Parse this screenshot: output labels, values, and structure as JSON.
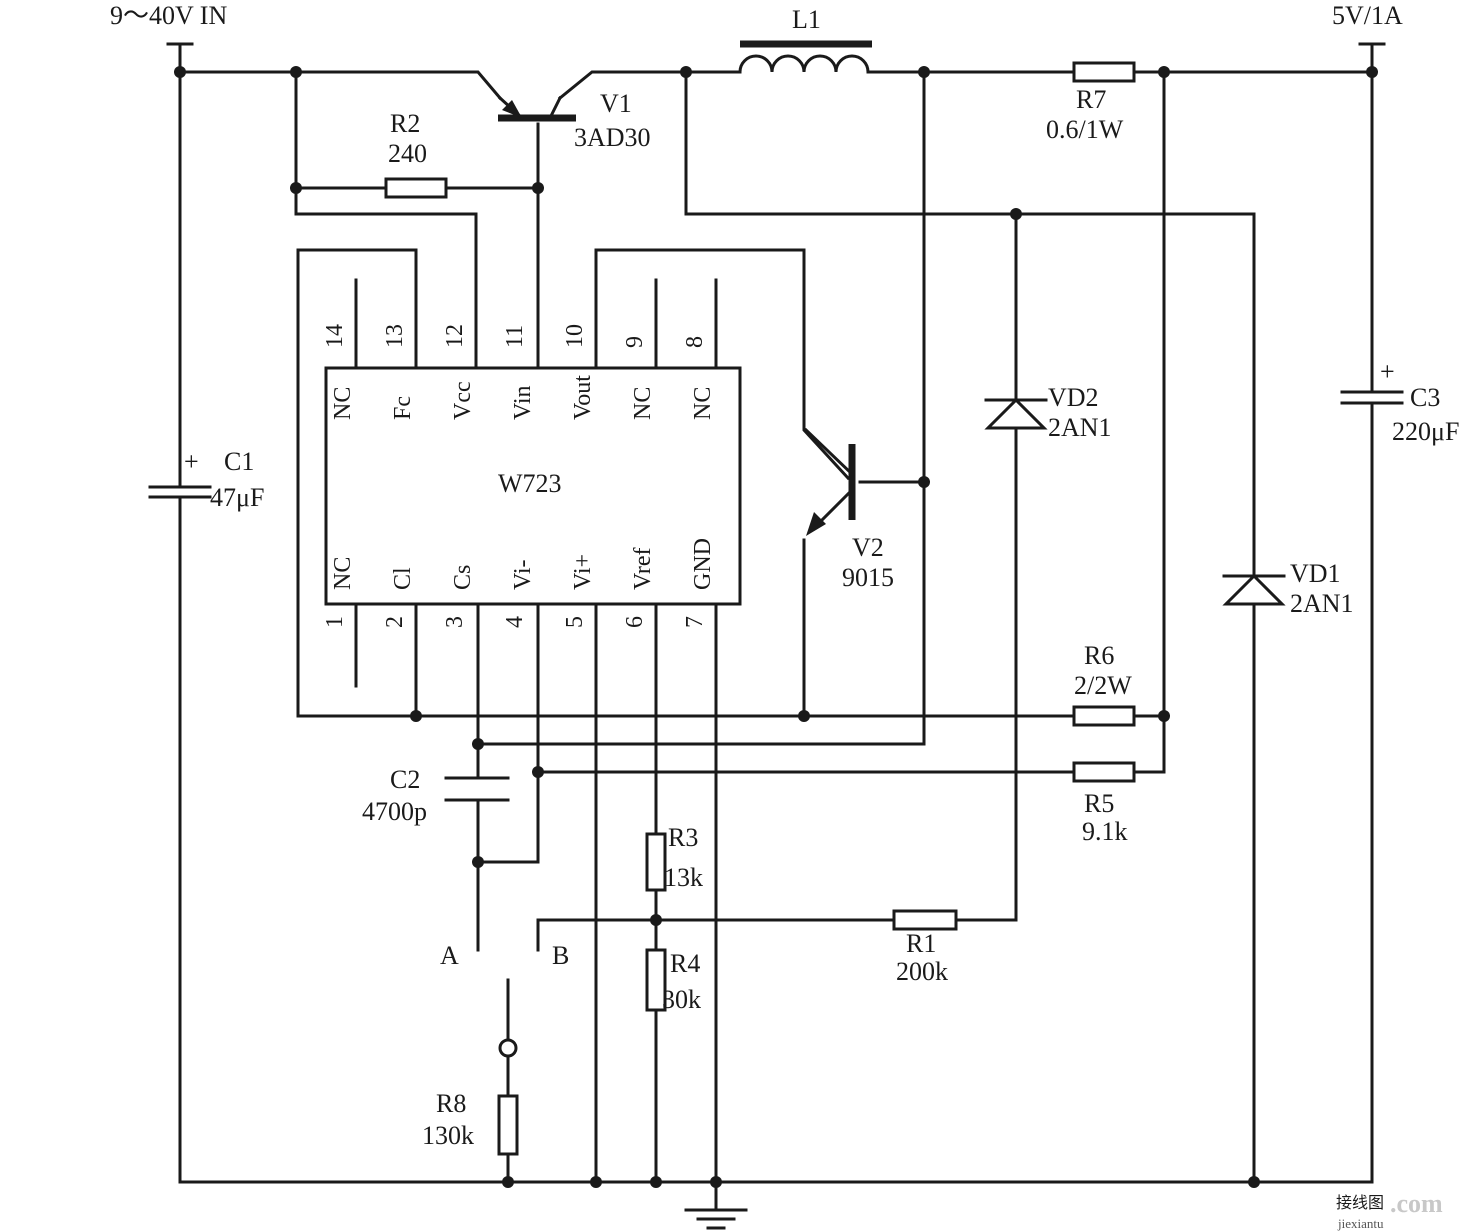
{
  "input_label": "9～40V IN",
  "output_label": "5V/1A",
  "components": {
    "L1": {
      "ref": "L1"
    },
    "V1": {
      "ref": "V1",
      "value": "3AD30"
    },
    "V2": {
      "ref": "V2",
      "value": "9015"
    },
    "R1": {
      "ref": "R1",
      "value": "200k"
    },
    "R2": {
      "ref": "R2",
      "value": "240"
    },
    "R3": {
      "ref": "R3",
      "value": "13k"
    },
    "R4": {
      "ref": "R4",
      "value": "30k"
    },
    "R5": {
      "ref": "R5",
      "value": "9.1k"
    },
    "R6": {
      "ref": "R6",
      "value": "2/2W"
    },
    "R7": {
      "ref": "R7",
      "value": "0.6/1W"
    },
    "R8": {
      "ref": "R8",
      "value": "130k"
    },
    "C1": {
      "ref": "C1",
      "value": "47μF"
    },
    "C2": {
      "ref": "C2",
      "value": "4700p"
    },
    "C3": {
      "ref": "C3",
      "value": "220μF"
    },
    "VD1": {
      "ref": "VD1",
      "value": "2AN1"
    },
    "VD2": {
      "ref": "VD2",
      "value": "2AN1"
    }
  },
  "ic": {
    "name": "W723",
    "top_pins": [
      {
        "num": "14",
        "name": "NC"
      },
      {
        "num": "13",
        "name": "Fc"
      },
      {
        "num": "12",
        "name": "Vcc"
      },
      {
        "num": "11",
        "name": "Vin"
      },
      {
        "num": "10",
        "name": "Vout"
      },
      {
        "num": "9",
        "name": "NC"
      },
      {
        "num": "8",
        "name": "NC"
      }
    ],
    "bottom_pins": [
      {
        "num": "1",
        "name": "NC"
      },
      {
        "num": "2",
        "name": "Cl"
      },
      {
        "num": "3",
        "name": "Cs"
      },
      {
        "num": "4",
        "name": "Vi-"
      },
      {
        "num": "5",
        "name": "Vi+"
      },
      {
        "num": "6",
        "name": "Vref"
      },
      {
        "num": "7",
        "name": "GND"
      }
    ]
  },
  "switch": {
    "a": "A",
    "b": "B"
  },
  "polarity_mark": "+",
  "watermark": {
    "brand": "接线图",
    "domain": ".com",
    "url": "jiexiantu"
  }
}
